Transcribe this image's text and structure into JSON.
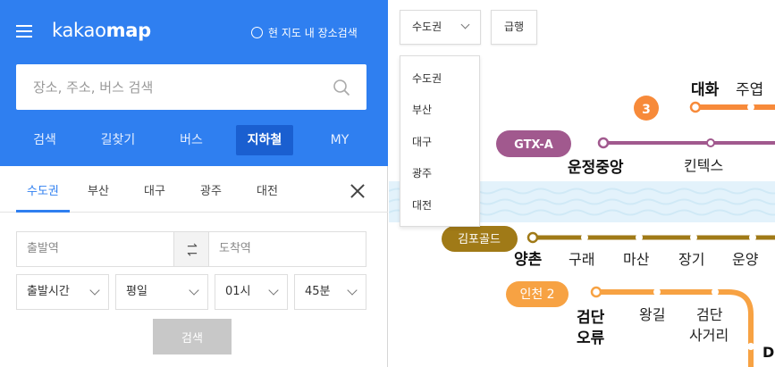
{
  "app": {
    "logo_light": "kakao",
    "logo_bold": "map",
    "map_search_label": "현 지도 내 장소검색"
  },
  "search": {
    "placeholder": "장소, 주소, 버스 검색"
  },
  "tabs": [
    {
      "label": "검색"
    },
    {
      "label": "길찾기"
    },
    {
      "label": "버스"
    },
    {
      "label": "지하철",
      "active": true
    },
    {
      "label": "MY"
    }
  ],
  "regions": [
    {
      "label": "수도권",
      "active": true
    },
    {
      "label": "부산"
    },
    {
      "label": "대구"
    },
    {
      "label": "광주"
    },
    {
      "label": "대전"
    }
  ],
  "route": {
    "departure_placeholder": "출발역",
    "arrival_placeholder": "도착역"
  },
  "time_selects": {
    "mode": "출발시간",
    "day": "평일",
    "hour": "01시",
    "minute": "45분"
  },
  "submit_label": "검색",
  "map": {
    "region_selected": "수도권",
    "express_label": "급행",
    "region_options": [
      "수도권",
      "부산",
      "대구",
      "광주",
      "대전"
    ],
    "line_badges": {
      "line3": "3",
      "gtx": "GTX-A",
      "gimpo": "김포골드",
      "incheon2": "인천 2"
    },
    "stations": {
      "daehwa": "대화",
      "juyeop": "주엽",
      "unjeong_jungang": "운정중앙",
      "kintex": "킨텍스",
      "yangchon": "양촌",
      "gurae": "구래",
      "masan": "마산",
      "janggi": "장기",
      "unyang": "운양",
      "geomdan_oryu_1": "검단",
      "geomdan_oryu_2": "오류",
      "wanggil": "왕길",
      "geomdan_sageori_1": "검단",
      "geomdan_sageori_2": "사거리",
      "partial": "D"
    }
  },
  "colors": {
    "header_blue": "#2f7ff0",
    "active_tab": "#1a5fd0",
    "line3": "#f78a3a",
    "gtx": "#a1598e",
    "gimpo": "#a07a17",
    "incheon2": "#f7a243",
    "water": "#e3f2fb"
  }
}
